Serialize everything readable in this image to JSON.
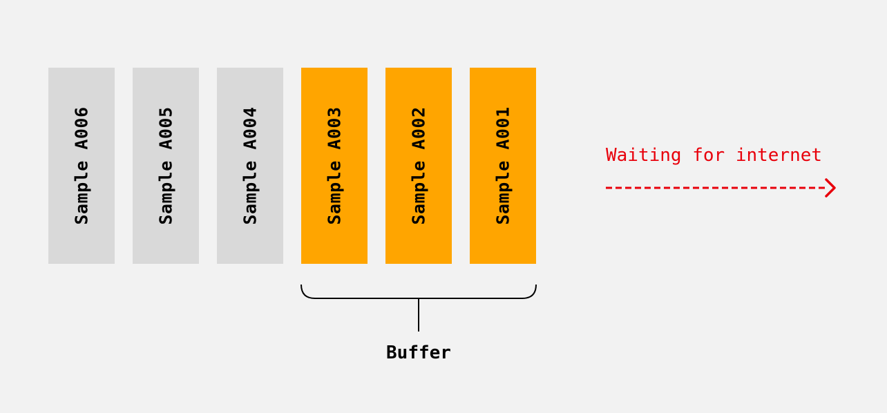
{
  "colors": {
    "queued": "#d9d9d9",
    "buffered": "#ffa500",
    "waiting": "#e8000b",
    "text": "#000000"
  },
  "samples": [
    {
      "label": "Sample A006",
      "state": "queued"
    },
    {
      "label": "Sample A005",
      "state": "queued"
    },
    {
      "label": "Sample A004",
      "state": "queued"
    },
    {
      "label": "Sample A003",
      "state": "buffered"
    },
    {
      "label": "Sample A002",
      "state": "buffered"
    },
    {
      "label": "Sample A001",
      "state": "buffered"
    }
  ],
  "waiting": {
    "label": "Waiting for internet"
  },
  "buffer": {
    "label": "Buffer"
  }
}
